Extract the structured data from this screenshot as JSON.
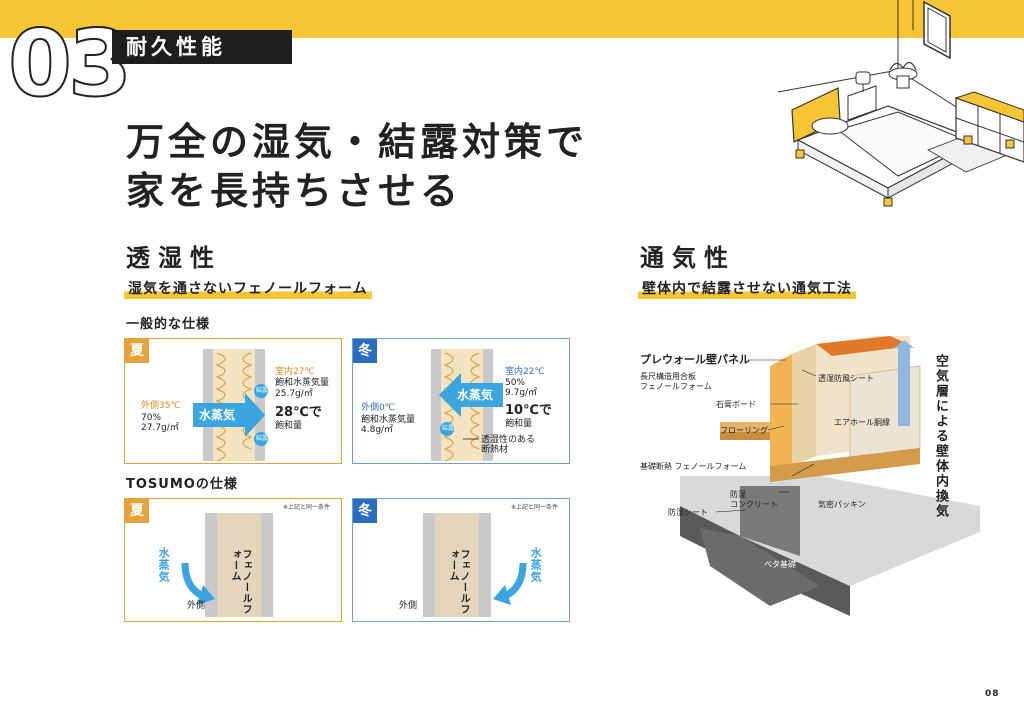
{
  "header": {
    "number": "03",
    "chapter": "耐久性能"
  },
  "headline": {
    "line1": "万全の湿気・結露対策で",
    "line2": "家を長持ちさせる"
  },
  "moisture": {
    "title": "透湿性",
    "highlight": "湿気を通さないフェノールフォーム",
    "general_heading": "一般的な仕様",
    "tosumo_heading": "TOSUMOの仕様",
    "summer": {
      "season": "夏",
      "outside_label": "外側35℃",
      "outside_humidity": "70%",
      "outside_vapor": "27.7g/㎡",
      "inside_label": "室内27℃",
      "inside_saturation": "飽和水蒸気量",
      "inside_vapor": "25.7g/㎡",
      "dew_temp": "28℃で",
      "dew_state": "飽和量",
      "arrow": "水蒸気",
      "drop1": "結露",
      "drop2": "結露"
    },
    "winter": {
      "season": "冬",
      "outside_label": "外側0℃",
      "outside_saturation": "飽和水蒸気量",
      "outside_vapor": "4.8g/㎡",
      "inside_label": "室内22℃",
      "inside_humidity": "50%",
      "inside_vapor": "9.7g/㎡",
      "dew_temp": "10℃で",
      "dew_state": "飽和量",
      "arrow": "水蒸気",
      "drop": "結露",
      "insulation_note1": "透湿性のある",
      "insulation_note2": "断熱材"
    },
    "tosumo_summer": {
      "season": "夏",
      "note": "※上記と同一条件",
      "vapor": "水蒸気",
      "foam": "フェノールフォーム",
      "outside": "外側"
    },
    "tosumo_winter": {
      "season": "冬",
      "note": "※上記と同一条件",
      "vapor": "水蒸気",
      "foam": "フェノールフォーム",
      "outside": "外側"
    }
  },
  "ventilation": {
    "title": "通気性",
    "highlight": "壁体内で結露させない通気工法",
    "labels": {
      "panel": "プレウォール壁パネル",
      "plywood": "長尺構造用合板",
      "phenol": "フェノールフォーム",
      "windsheet": "透湿防風シート",
      "gypsum": "石膏ボード",
      "airhole": "エアホール胴縁",
      "flooring": "フローリング",
      "base_insulation": "基礎断熱 フェノールフォーム",
      "damp_concrete1": "防湿",
      "damp_concrete2": "コンクリート",
      "packing": "気密パッキン",
      "damp_sheet": "防湿シート",
      "mat_foundation": "ベタ基礎"
    },
    "vertical_caption": "空気層による壁体内換気"
  },
  "page": {
    "number": "08"
  },
  "colors": {
    "accent": "#f5c534",
    "summer": "#e8a23b",
    "winter": "#2a6fbf",
    "vapor": "#3aa5e0"
  }
}
